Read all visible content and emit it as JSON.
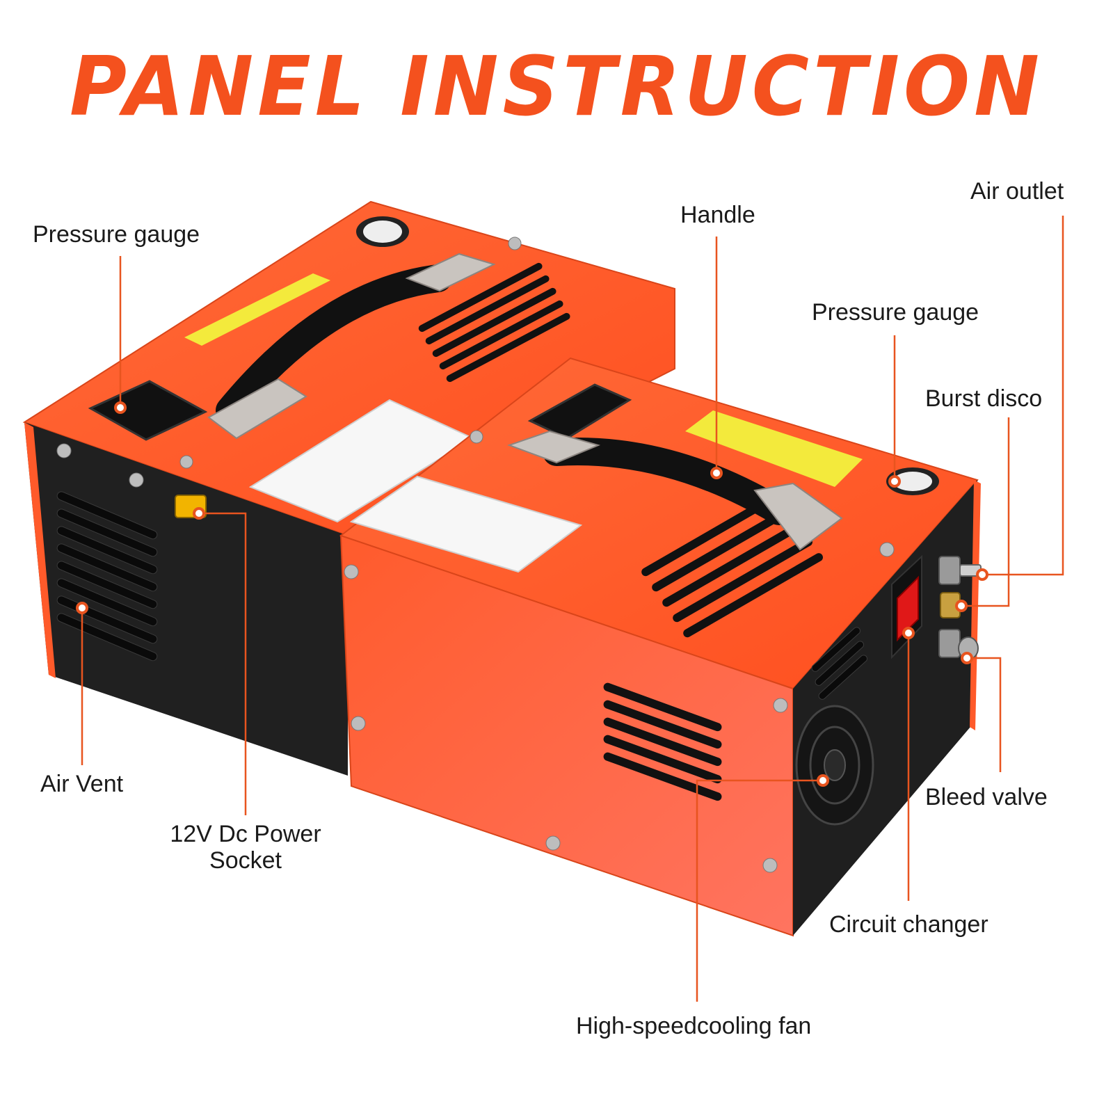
{
  "title": "PANEL INSTRUCTION",
  "colors": {
    "accent": "#f4511e",
    "leader": "#e8541f",
    "body_orange": "#ff5a2a",
    "body_black": "#1f1f1f",
    "warning_yellow": "#f3ea3c"
  },
  "labels": {
    "pressure_gauge_left": "Pressure gauge",
    "handle": "Handle",
    "air_outlet": "Air outlet",
    "pressure_gauge_right": "Pressure gauge",
    "burst_disco": "Burst disco",
    "air_vent": "Air Vent",
    "power_socket_line1": "12V Dc Power",
    "power_socket_line2": "Socket",
    "bleed_valve": "Bleed valve",
    "circuit_changer": "Circuit changer",
    "cooling_fan": "High-speedcooling fan"
  }
}
